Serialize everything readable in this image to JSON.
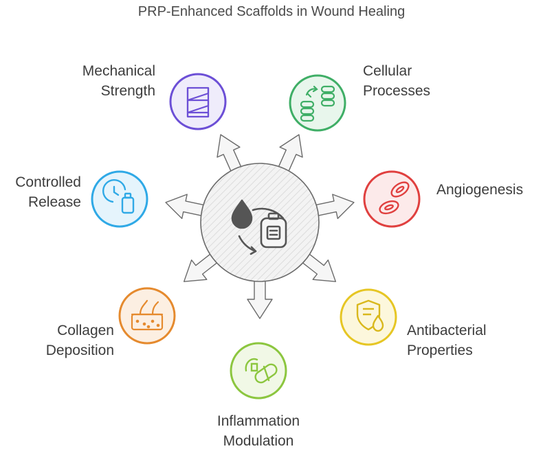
{
  "title": "PRP-Enhanced Scaffolds in Wound Healing",
  "center": {
    "icon": "blood-drop-and-blood-bag-icon"
  },
  "nodes": [
    {
      "id": "mechanical",
      "label_lines": [
        "Mechanical",
        "Strength"
      ],
      "color": "#6c4fd6",
      "fill": "#efecfb",
      "icon": "spiral-scaffold-icon"
    },
    {
      "id": "cellular",
      "label_lines": [
        "Cellular",
        "Processes"
      ],
      "color": "#3fae66",
      "fill": "#e8f6ec",
      "icon": "cell-stacks-exchange-icon"
    },
    {
      "id": "angiogenesis",
      "label_lines": [
        "Angiogenesis"
      ],
      "color": "#e0403f",
      "fill": "#fceaea",
      "icon": "red-blood-cells-icon"
    },
    {
      "id": "antibacterial",
      "label_lines": [
        "Antibacterial",
        "Properties"
      ],
      "color": "#e6c624",
      "fill": "#fcf7dc",
      "icon": "shield-and-drop-icon"
    },
    {
      "id": "inflammation",
      "label_lines": [
        "Inflammation",
        "Modulation"
      ],
      "color": "#8cc63f",
      "fill": "#f1f8e6",
      "icon": "pill-capsule-icon"
    },
    {
      "id": "collagen",
      "label_lines": [
        "Collagen",
        "Deposition"
      ],
      "color": "#e58a2e",
      "fill": "#fcefe2",
      "icon": "skin-layers-icon"
    },
    {
      "id": "controlled",
      "label_lines": [
        "Controlled",
        "Release"
      ],
      "color": "#2fa9e6",
      "fill": "#e5f4fc",
      "icon": "clock-and-vial-icon"
    }
  ]
}
